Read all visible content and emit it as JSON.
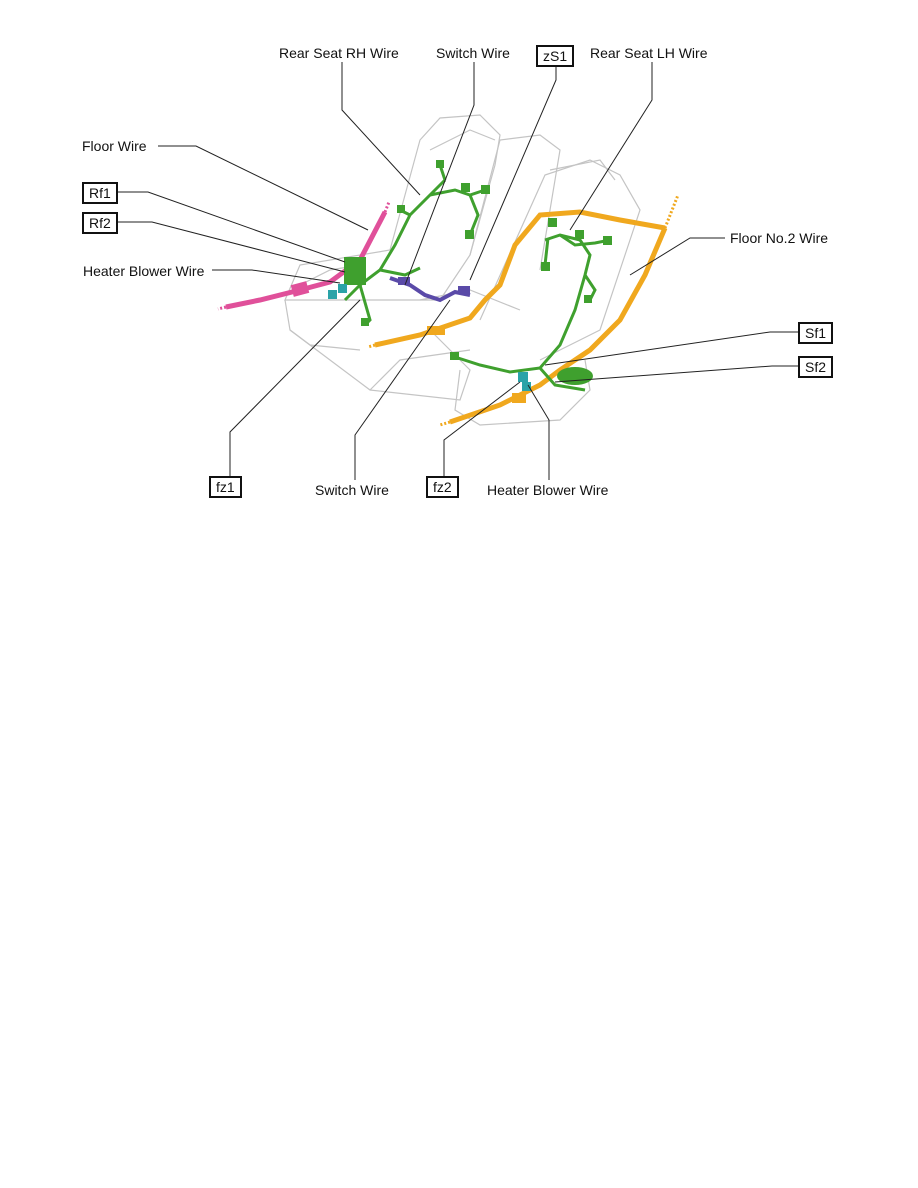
{
  "labels": {
    "rear_seat_rh_wire": "Rear Seat RH Wire",
    "switch_wire_top": "Switch Wire",
    "rear_seat_lh_wire": "Rear Seat LH Wire",
    "floor_wire": "Floor Wire",
    "heater_blower_wire_left": "Heater Blower Wire",
    "floor_no2_wire": "Floor No.2 Wire",
    "switch_wire_bottom": "Switch Wire",
    "heater_blower_wire_bottom": "Heater Blower Wire"
  },
  "connectors": {
    "zs1": "zS1",
    "rf1": "Rf1",
    "rf2": "Rf2",
    "sf1": "Sf1",
    "sf2": "Sf2",
    "fz1": "fz1",
    "fz2": "fz2"
  },
  "colors": {
    "floor_wire": "#e0509a",
    "rear_seat_wire": "#3fa02e",
    "floor_no2_wire": "#f0a81e",
    "switch_wire": "#5a4aa8",
    "heater_blower_wire": "#2aa3a8",
    "seat_outline": "#bdbdbd",
    "leader_line": "#222222"
  },
  "icons": {
    "seat": "rear-seat-outline-drawing"
  }
}
